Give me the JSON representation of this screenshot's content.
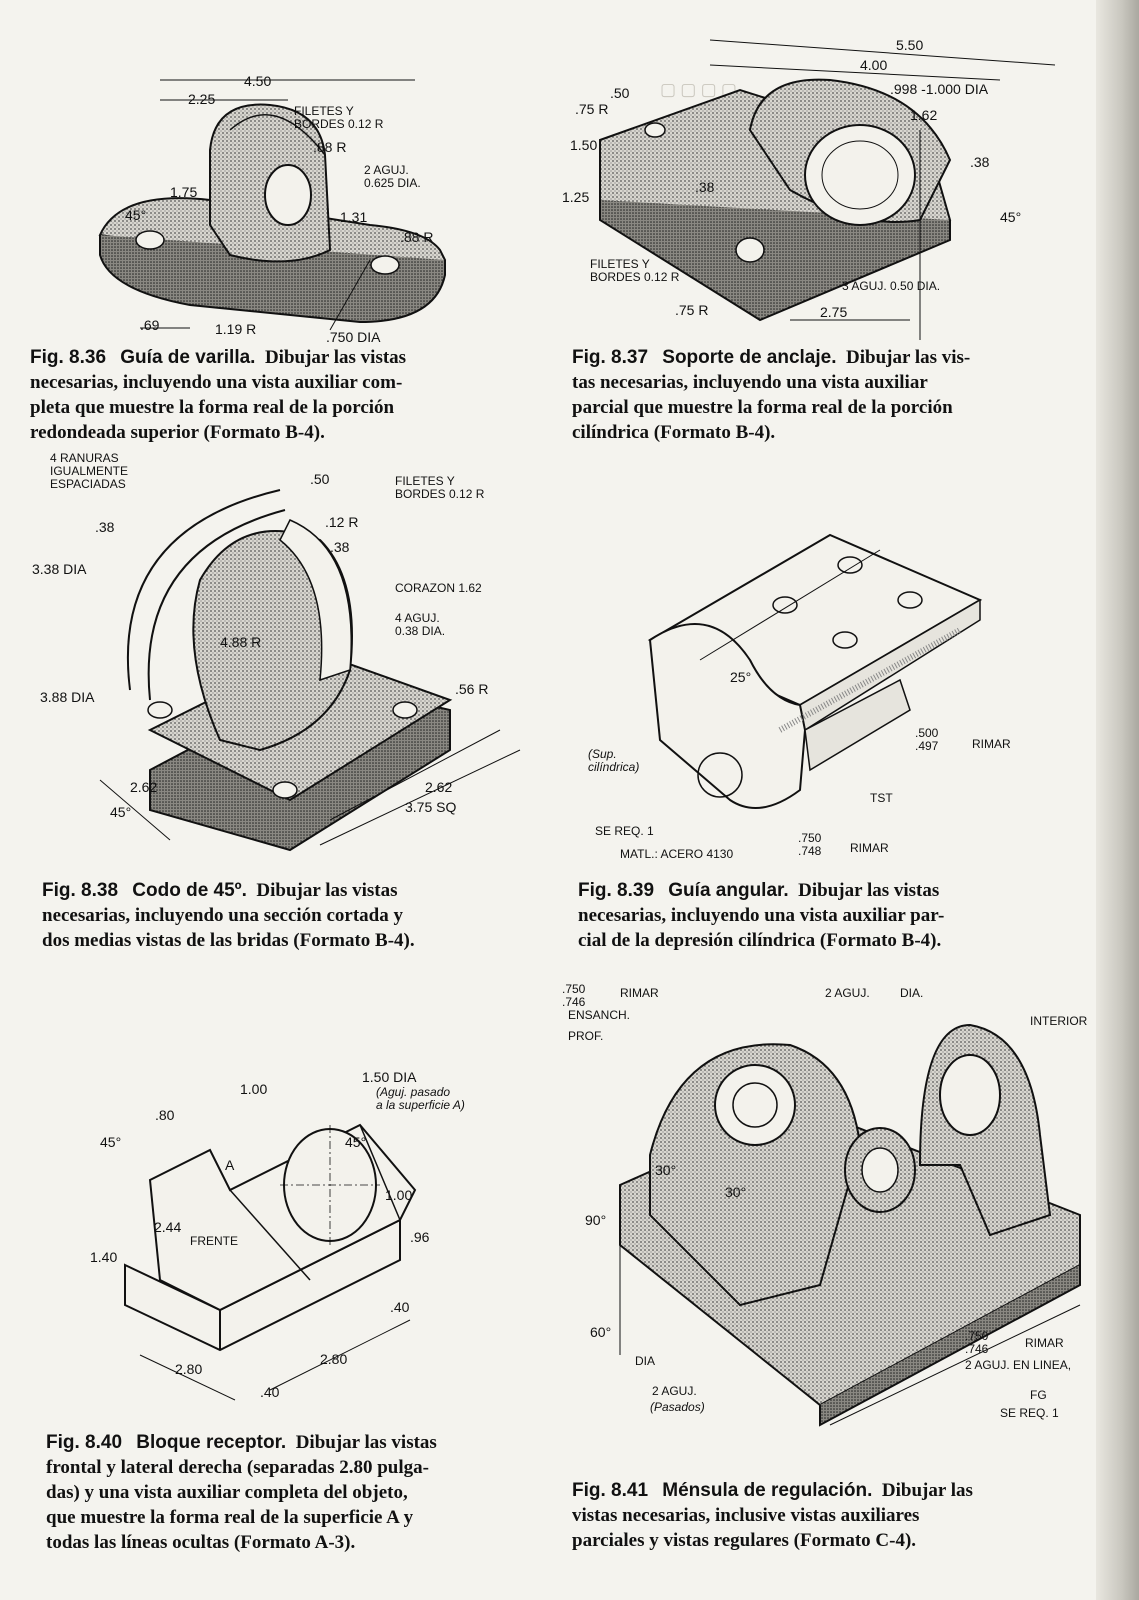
{
  "page": {
    "edge_color": "#b8b6ae",
    "ink_color": "#111111"
  },
  "figures": [
    {
      "id": "8.36",
      "number": "Fig. 8.36",
      "title": "Guía de varilla.",
      "caption_lines": [
        "Dibujar las vistas",
        "necesarias, incluyendo una vista auxiliar com-",
        "pleta que muestre la forma real de la porción",
        "redondeada superior (Formato B-4)."
      ],
      "labels": {
        "d450": "4.50",
        "d225": "2.25",
        "fillets": "FILETES Y\nBORDES 0.12 R",
        "r088": ".88 R",
        "holes": "2 AGUJ.\n0.625 DIA.",
        "d175": "1.75",
        "a45": "45°",
        "d131": "1.31",
        "r088b": ".88 R",
        "d069": ".69",
        "r119": "1.19 R",
        "d750": ".750 DIA"
      }
    },
    {
      "id": "8.37",
      "number": "Fig. 8.37",
      "title": "Soporte de anclaje.",
      "caption_lines": [
        "Dibujar las vis-",
        "tas necesarias, incluyendo una vista auxiliar",
        "parcial que muestre la forma real de la porción",
        "cilíndrica (Formato B-4)."
      ],
      "labels": {
        "d550": "5.50",
        "d400": "4.00",
        "bore": ".998 -1.000 DIA",
        "d162": "1.62",
        "r075": ".75 R",
        "d050": ".50",
        "d150": "1.50",
        "d125": "1.25",
        "d038": ".38",
        "d038b": ".38",
        "a45": "45°",
        "fillets": "FILETES Y\nBORDES 0.12 R",
        "holes": "3 AGUJ. 0.50 DIA.",
        "r075b": ".75 R",
        "d275": "2.75"
      }
    },
    {
      "id": "8.38",
      "number": "Fig. 8.38",
      "title": "Codo de 45º.",
      "caption_lines": [
        "Dibujar las vistas",
        "necesarias, incluyendo una sección cortada y",
        "dos medias vistas de las bridas (Formato B-4)."
      ],
      "labels": {
        "slots": "4 RANURAS\nIGUALMENTE\nESPACIADAS",
        "d050": ".50",
        "fillets": "FILETES Y\nBORDES 0.12 R",
        "d038": ".38",
        "r012": ".12 R",
        "d038b": ".38",
        "d338": "3.38 DIA",
        "core": "CORAZON 1.62",
        "holes": "4 AGUJ.\n0.38 DIA.",
        "r488": "4.88 R",
        "d388": "3.88 DIA",
        "r056": ".56 R",
        "d262": "2.62",
        "d262b": "2.62",
        "sq": "3.75 SQ",
        "a45": "45°"
      }
    },
    {
      "id": "8.39",
      "number": "Fig. 8.39",
      "title": "Guía angular.",
      "caption_lines": [
        "Dibujar las vistas",
        "necesarias, incluyendo una vista auxiliar par-",
        "cial de la depresión cilíndrica (Formato B-4)."
      ],
      "labels": {
        "a25": "25°",
        "ream1": ".500\n.497",
        "ream1_txt": "RIMAR",
        "sup": "(Sup.\ncilíndrica)",
        "tst": "TST",
        "req": "SE REQ. 1",
        "mat": "MATL.: ACERO 4130",
        "ream2": ".750\n.748",
        "ream2_txt": "RIMAR"
      }
    },
    {
      "id": "8.40",
      "number": "Fig. 8.40",
      "title": "Bloque receptor.",
      "caption_lines": [
        "Dibujar las vistas",
        "frontal y lateral derecha (separadas 2.80 pulga-",
        "das) y una vista auxiliar completa del objeto,",
        "que muestre la forma real de la superficie A y",
        "todas las líneas ocultas (Formato A-3)."
      ],
      "labels": {
        "d100": "1.00",
        "d150": "1.50 DIA",
        "note": "(Aguj. pasado\na la superficie A)",
        "d080": ".80",
        "a45": "45°",
        "a45b": "45°",
        "surfA": "A",
        "d100b": "1.00",
        "d244": "2.44",
        "front": "FRENTE",
        "d096": ".96",
        "d140": "1.40",
        "d040": ".40",
        "d280": "2.80",
        "d280b": "2.80",
        "d040b": ".40"
      }
    },
    {
      "id": "8.41",
      "number": "Fig. 8.41",
      "title": "Ménsula de regulación.",
      "caption_lines": [
        "Dibujar las",
        "vistas necesarias, inclusive vistas auxiliares",
        "parciales y vistas regulares (Formato C-4)."
      ],
      "labels": {
        "ream": ".750\n.746",
        "ream_txt": "RIMAR",
        "cbore": "ENSANCH.",
        "depth": "PROF.",
        "holes_top": "2 AGUJ.",
        "dia": "DIA.",
        "a30": "30°",
        "a30b": "30°",
        "a90": "90°",
        "a60": "60°",
        "dia2": "DIA",
        "holes_bot": "2 AGUJ.",
        "passed": "(Pasados)",
        "ream2": ".750\n.746",
        "ream2_txt": "RIMAR",
        "inline": "2 AGUJ. EN LINEA,",
        "fg": "FG",
        "req": "SE REQ. 1",
        "inner": "INTERIOR"
      }
    }
  ]
}
